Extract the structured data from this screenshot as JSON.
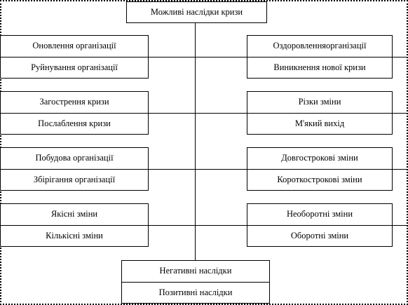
{
  "title": "Можливі наслідки кризи",
  "left_groups": [
    [
      "Оновлення організації",
      "Руйнування організації"
    ],
    [
      "Загострення кризи",
      "Послаблення кризи"
    ],
    [
      "Побудова організації",
      "Збірігання організації"
    ],
    [
      "Якісні зміни",
      "Кількісні зміни"
    ]
  ],
  "right_groups": [
    [
      "Оздоровленняорганізації",
      "Виникнення нової кризи"
    ],
    [
      "Різки зміни",
      "М'який вихід"
    ],
    [
      "Довгострокові зміни",
      "Короткострокові зміни"
    ],
    [
      "Необоротні зміни",
      "Оборотні зміни"
    ]
  ],
  "bottom_group": [
    "Негативні наслідки",
    "Позитивні наслідки"
  ]
}
